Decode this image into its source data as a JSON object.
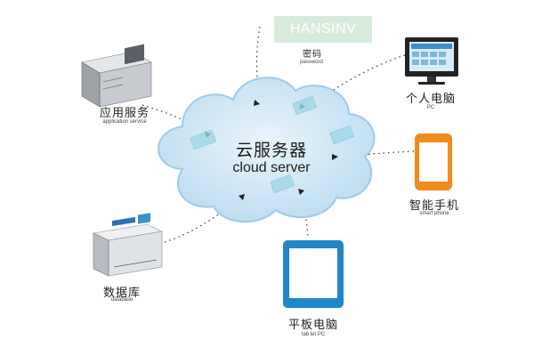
{
  "hansinv": {
    "label": "HANSINV"
  },
  "password": {
    "zh": "密码",
    "en": "password"
  },
  "cloud": {
    "zh": "云服务器",
    "en": "cloud server"
  },
  "app_service": {
    "zh": "应用服务",
    "en": "application service"
  },
  "pc": {
    "zh": "个人电脑",
    "en": "PC"
  },
  "smartphone": {
    "zh": "智能手机",
    "en": "smart phone"
  },
  "database": {
    "zh": "数据库",
    "en": "database"
  },
  "tablet": {
    "zh": "平板电脑",
    "en": "tab let PC"
  },
  "colors": {
    "cloud_fill": "#cfe6f6",
    "cloud_edge": "#9fcbe8",
    "phone_orange": "#f28a1c",
    "tablet_blue": "#1f86c8",
    "hansinv_green": "#d7ebdc"
  },
  "icons": [
    "server-rack-icon",
    "monitor-icon",
    "smartphone-icon",
    "database-box-icon",
    "tablet-icon",
    "arrow-icon"
  ]
}
